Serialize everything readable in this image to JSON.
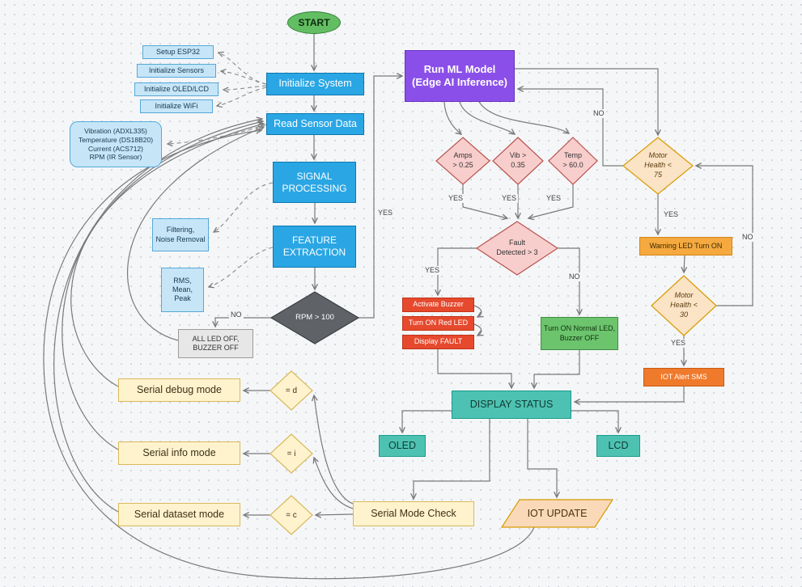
{
  "palette": {
    "process_blue": "#2AA6E4",
    "annotation_blue": "#C6E6F8",
    "ml_purple": "#8B4FE9",
    "decision_pink": "#F8CECC",
    "alert_red": "#E6492D",
    "ok_green": "#6CC46D",
    "start_green": "#63BE63",
    "health_peach": "#FBE3C5",
    "warning_orange": "#F5A93F",
    "alert_orange": "#F07A2B",
    "status_teal": "#4EC2B2",
    "serial_yellow": "#FFF3CE",
    "neutral_gray": "#E7E7E7",
    "rpm_gray": "#5F6368",
    "connector_gray": "#7A7A7A"
  },
  "nodes": {
    "start": "START",
    "init_system": "Initialize System",
    "setup_esp32": "Setup ESP32",
    "init_sensors": "Initialize Sensors",
    "init_oled_lcd": "Initialize OLED/LCD",
    "init_wifi": "Initialize WiFi",
    "read_sensor_data": "Read Sensor Data",
    "sensor_list": "Vibration (ADXL335)\nTemperature (DS18B20)\nCurrent (ACS712)\nRPM (IR Sensor)",
    "signal_processing": "SIGNAL\nPROCESSING",
    "filtering": "Filtering,\nNoise Removal",
    "feature_extraction": "FEATURE\nEXTRACTION",
    "rms": "RMS,\nMean,\nPeak",
    "rpm_check": "RPM > 100",
    "all_led_off": "ALL LED OFF,\nBUZZER OFF",
    "run_ml": "Run ML Model\n(Edge AI Inference)",
    "amps_check": "Amps\n> 0.25",
    "vib_check": "Vib >\n0.35",
    "temp_check": "Temp\n> 60.0",
    "fault_check": "Fault\nDetected > 3",
    "activate_buzzer": "Activate Buzzer",
    "turn_on_red_led": "Turn ON Red LED",
    "display_fault": "Display FAULT",
    "normal_led": "Turn ON Normal LED,\nBuzzer OFF",
    "motor_health_75": "Motor\nHealth <\n75",
    "warning_led": "Warning LED Turn ON",
    "motor_health_30": "Motor\nHealth <\n30",
    "iot_alert": "IOT Alert SMS",
    "display_status": "DISPLAY STATUS",
    "oled": "OLED",
    "lcd": "LCD",
    "serial_debug": "Serial debug mode",
    "serial_info": "Serial info mode",
    "serial_dataset": "Serial dataset mode",
    "eq_d": "= d",
    "eq_i": "= i",
    "eq_c": "= c",
    "serial_mode_check": "Serial Mode Check",
    "iot_update": "IOT UPDATE"
  },
  "edge_labels": {
    "rpm_no": "NO",
    "rpm_yes": "YES",
    "amps_yes": "YES",
    "vib_yes": "YES",
    "temp_yes": "YES",
    "ml_loop_no": "NO",
    "motor75_yes": "YES",
    "motor30_no": "NO",
    "fault_yes": "YES",
    "fault_no": "NO",
    "motor30_yes": "YES"
  }
}
